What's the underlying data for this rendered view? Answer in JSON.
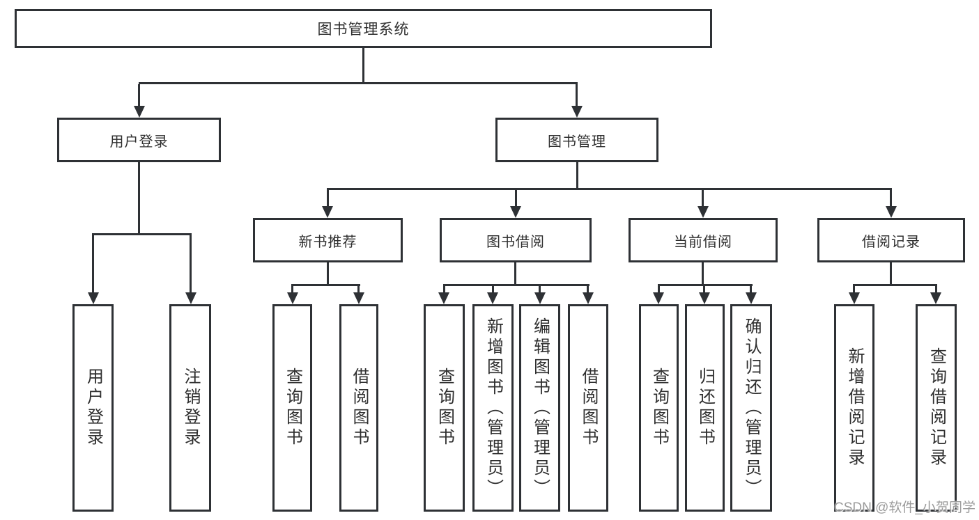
{
  "diagram": {
    "root": "图书管理系统",
    "login_branch": {
      "label": "用户登录",
      "children": [
        "用户登录",
        "注销登录"
      ]
    },
    "mgmt_branch": {
      "label": "图书管理",
      "groups": [
        {
          "label": "新书推荐",
          "children": [
            "查询图书",
            "借阅图书"
          ]
        },
        {
          "label": "图书借阅",
          "children": [
            "查询图书",
            "新增图书（管理员）",
            "编辑图书（管理员）",
            "借阅图书"
          ]
        },
        {
          "label": "当前借阅",
          "children": [
            "查询图书",
            "归还图书",
            "确认归还（管理员）"
          ]
        },
        {
          "label": "借阅记录",
          "children": [
            "新增借阅记录",
            "查询借阅记录"
          ]
        }
      ]
    }
  },
  "watermark": "CSDN @软件_小贺同学",
  "colors": {
    "line": "#2e3135",
    "text": "#2f2f2f",
    "background": "#ffffff",
    "watermark": "#9b9b9b"
  }
}
